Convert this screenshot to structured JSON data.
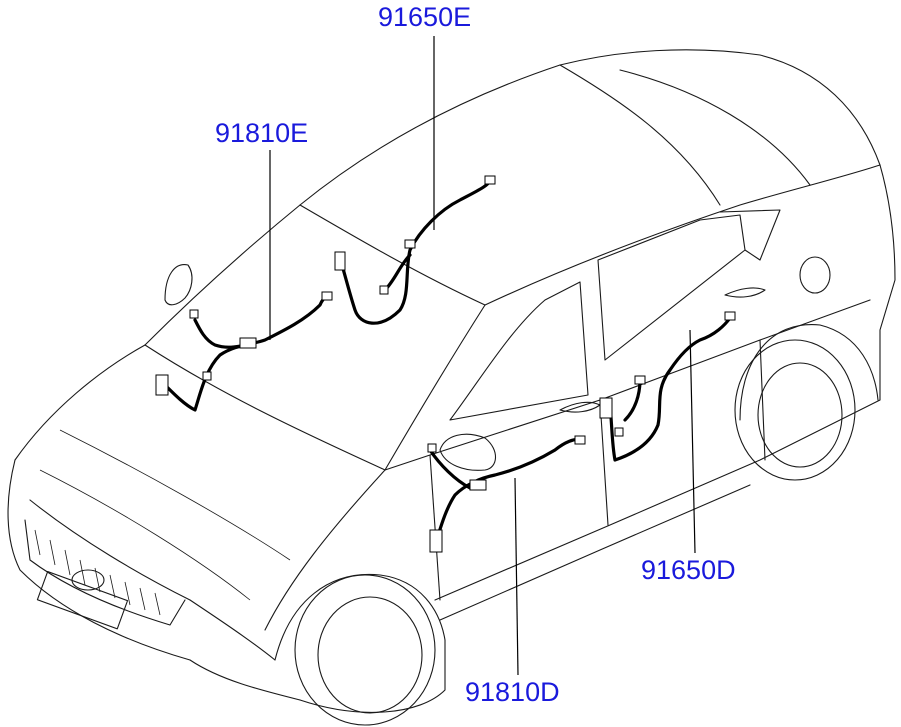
{
  "diagram": {
    "label_color": "#1a1adc",
    "labels": {
      "roof_harness": "91650E",
      "front_door_upper": "91810E",
      "rear_door": "91650D",
      "front_door": "91810D"
    }
  }
}
